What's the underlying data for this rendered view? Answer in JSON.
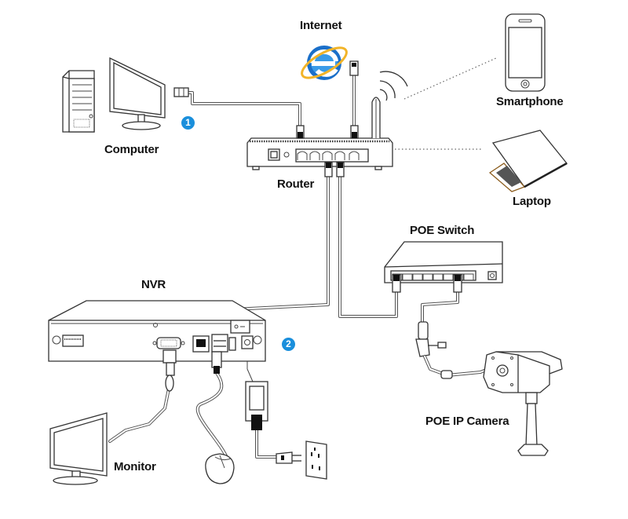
{
  "title": "NVR POE IP Camera Network Connection Diagram",
  "labels": {
    "internet": "Internet",
    "computer": "Computer",
    "router": "Router",
    "smartphone": "Smartphone",
    "laptop": "Laptop",
    "poe_switch": "POE Switch",
    "nvr": "NVR",
    "monitor": "Monitor",
    "poe_ip_camera": "POE IP Camera"
  },
  "badges": {
    "step1": "1",
    "step2": "2"
  },
  "colors": {
    "badge": "#1a8fdc",
    "internet_icon_blue": "#1a6fc9",
    "internet_icon_ring": "#f2b428",
    "line": "#333333"
  },
  "connections": [
    {
      "from": "Computer",
      "to": "Router",
      "type": "ethernet"
    },
    {
      "from": "Internet",
      "to": "Router",
      "type": "ethernet"
    },
    {
      "from": "Router",
      "to": "Smartphone",
      "type": "wireless"
    },
    {
      "from": "Router",
      "to": "Laptop",
      "type": "wireless"
    },
    {
      "from": "Router",
      "to": "NVR",
      "type": "ethernet"
    },
    {
      "from": "Router",
      "to": "POE Switch",
      "type": "ethernet"
    },
    {
      "from": "POE Switch",
      "to": "POE IP Camera",
      "type": "ethernet"
    },
    {
      "from": "NVR",
      "to": "Monitor",
      "type": "VGA"
    },
    {
      "from": "NVR",
      "to": "Mouse",
      "type": "USB"
    },
    {
      "from": "NVR",
      "to": "Power Outlet",
      "type": "power"
    }
  ]
}
